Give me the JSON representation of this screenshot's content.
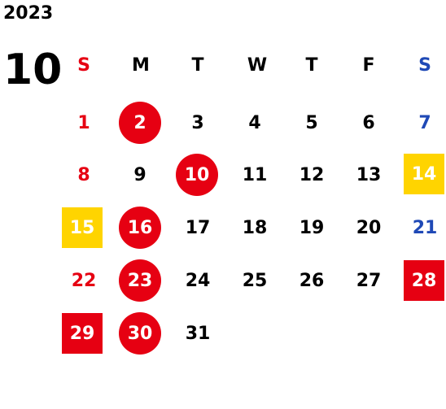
{
  "calendar": {
    "year": "2023",
    "month": "10",
    "weekdays": [
      "S",
      "M",
      "T",
      "W",
      "T",
      "F",
      "S"
    ],
    "days": [
      "1",
      "2",
      "3",
      "4",
      "5",
      "6",
      "7",
      "8",
      "9",
      "10",
      "11",
      "12",
      "13",
      "14",
      "15",
      "16",
      "17",
      "18",
      "19",
      "20",
      "21",
      "22",
      "23",
      "24",
      "25",
      "26",
      "27",
      "28",
      "29",
      "30",
      "31"
    ]
  },
  "colors": {
    "sunday": "#e60012",
    "saturday": "#1f49b6",
    "circle_highlight": "#e60012",
    "square_red": "#e60012",
    "square_yellow": "#ffd400"
  }
}
